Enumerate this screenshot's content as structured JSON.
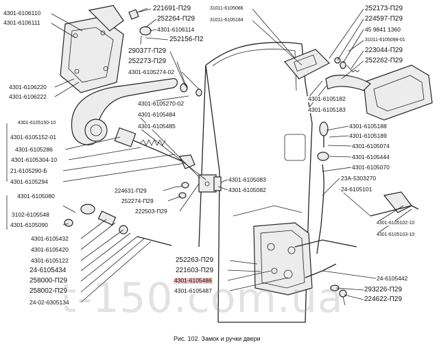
{
  "labels": {
    "l1": "4301-6106110",
    "l2": "4301-6106111",
    "l3": "221691-П29",
    "l4": "252264-П29",
    "l5": "4301-6106114",
    "l6": "252156-П2",
    "l7": "31011-6105086",
    "l8": "31011-6105184",
    "l9": "252173-П29",
    "l10": "224597-П29",
    "l11": "45 9841 1360",
    "l12": "31011-6105098-01",
    "l13": "223044-П29",
    "l14": "252262-П29",
    "l15": "290377-П29",
    "l16": "252273-П29",
    "l17": "4301-6105274-02",
    "l18": "4301-6106220",
    "l19": "4301-6106222",
    "l20": "4301-6105270-02",
    "l21": "4301-6105484",
    "l22": "4301-6105485",
    "l23": "4301-6105182",
    "l24": "4301-6105183",
    "l25": "4301-6105150-10",
    "l26": "4301-6105152-01",
    "l27": "4301-6105286",
    "l28": "4301-6105304-10",
    "l29": "21-6105290-Б",
    "l30": "4301-6105294",
    "l31": "4301-6105188",
    "l32": "4301-6105189",
    "l33": "4301-6105074",
    "l34": "4301-6105444",
    "l35": "4301-6105070",
    "l36": "23А-5303270",
    "l37": "24-6105101",
    "l38": "4301-6105083",
    "l39": "4301-6105082",
    "l40": "224631-П29",
    "l41": "252274-П29",
    "l42": "222503-П29",
    "l43": "4301-6105080",
    "l44": "3102-6105548",
    "l45": "4301-6105090",
    "l46": "4301-6105102-10",
    "l47": "4301-6105103-10",
    "l48": "4301-6105432",
    "l49": "4301-6105420",
    "l50": "4301-6105122",
    "l51": "24-6105434",
    "l52": "258000-П29",
    "l53": "258002-П29",
    "l54": "24-02-6305134",
    "l55": "252263-П29",
    "l56": "221603-П29",
    "l57": "4301-6105486",
    "l58": "4301-6105487",
    "l59": "24-6105442",
    "l60": "293226-П29",
    "l61": "224622-П29"
  },
  "caption": "Рис. 102. Замок и ручки двери",
  "watermark": "t-150.com.ua",
  "highlight_color": "#f6c7c9"
}
